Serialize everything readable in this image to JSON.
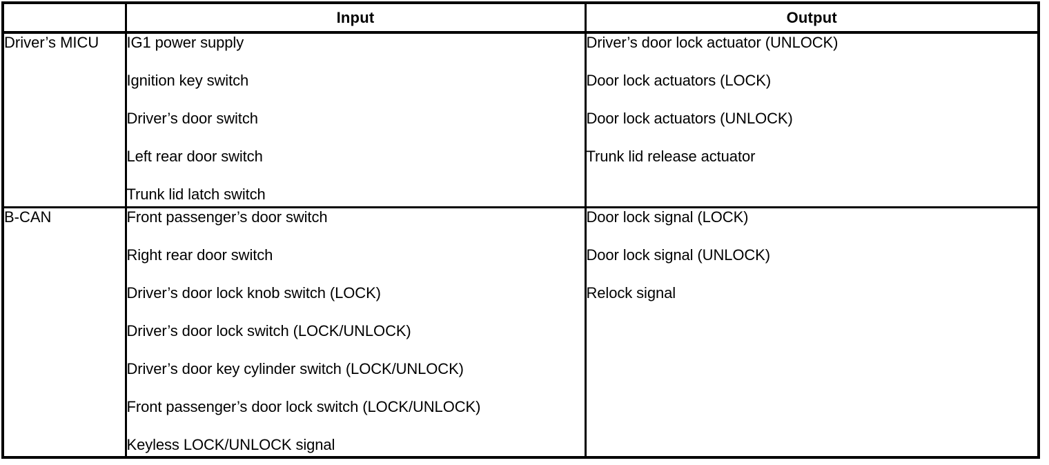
{
  "table": {
    "headers": {
      "category": "",
      "input": "Input",
      "output": "Output"
    },
    "rows": [
      {
        "category": "Driver’s MICU",
        "inputs": [
          "IG1 power supply",
          "Ignition key switch",
          "Driver’s door switch",
          "Left rear door switch",
          "Trunk lid latch switch"
        ],
        "outputs": [
          "Driver’s door lock actuator (UNLOCK)",
          "Door lock actuators (LOCK)",
          "Door lock actuators (UNLOCK)",
          "Trunk lid release actuator"
        ]
      },
      {
        "category": "B-CAN",
        "inputs": [
          "Front passenger’s door switch",
          "Right rear door switch",
          "Driver’s door lock knob switch (LOCK)",
          "Driver’s door lock switch (LOCK/UNLOCK)",
          "Driver’s door key cylinder switch (LOCK/UNLOCK)",
          "Front passenger’s door lock switch (LOCK/UNLOCK)",
          "Keyless LOCK/UNLOCK signal"
        ],
        "outputs": [
          "Door lock signal (LOCK)",
          "Door lock signal (UNLOCK)",
          "Relock signal"
        ]
      }
    ]
  },
  "style": {
    "border_color": "#000000",
    "text_color": "#000000",
    "background": "#ffffff"
  }
}
